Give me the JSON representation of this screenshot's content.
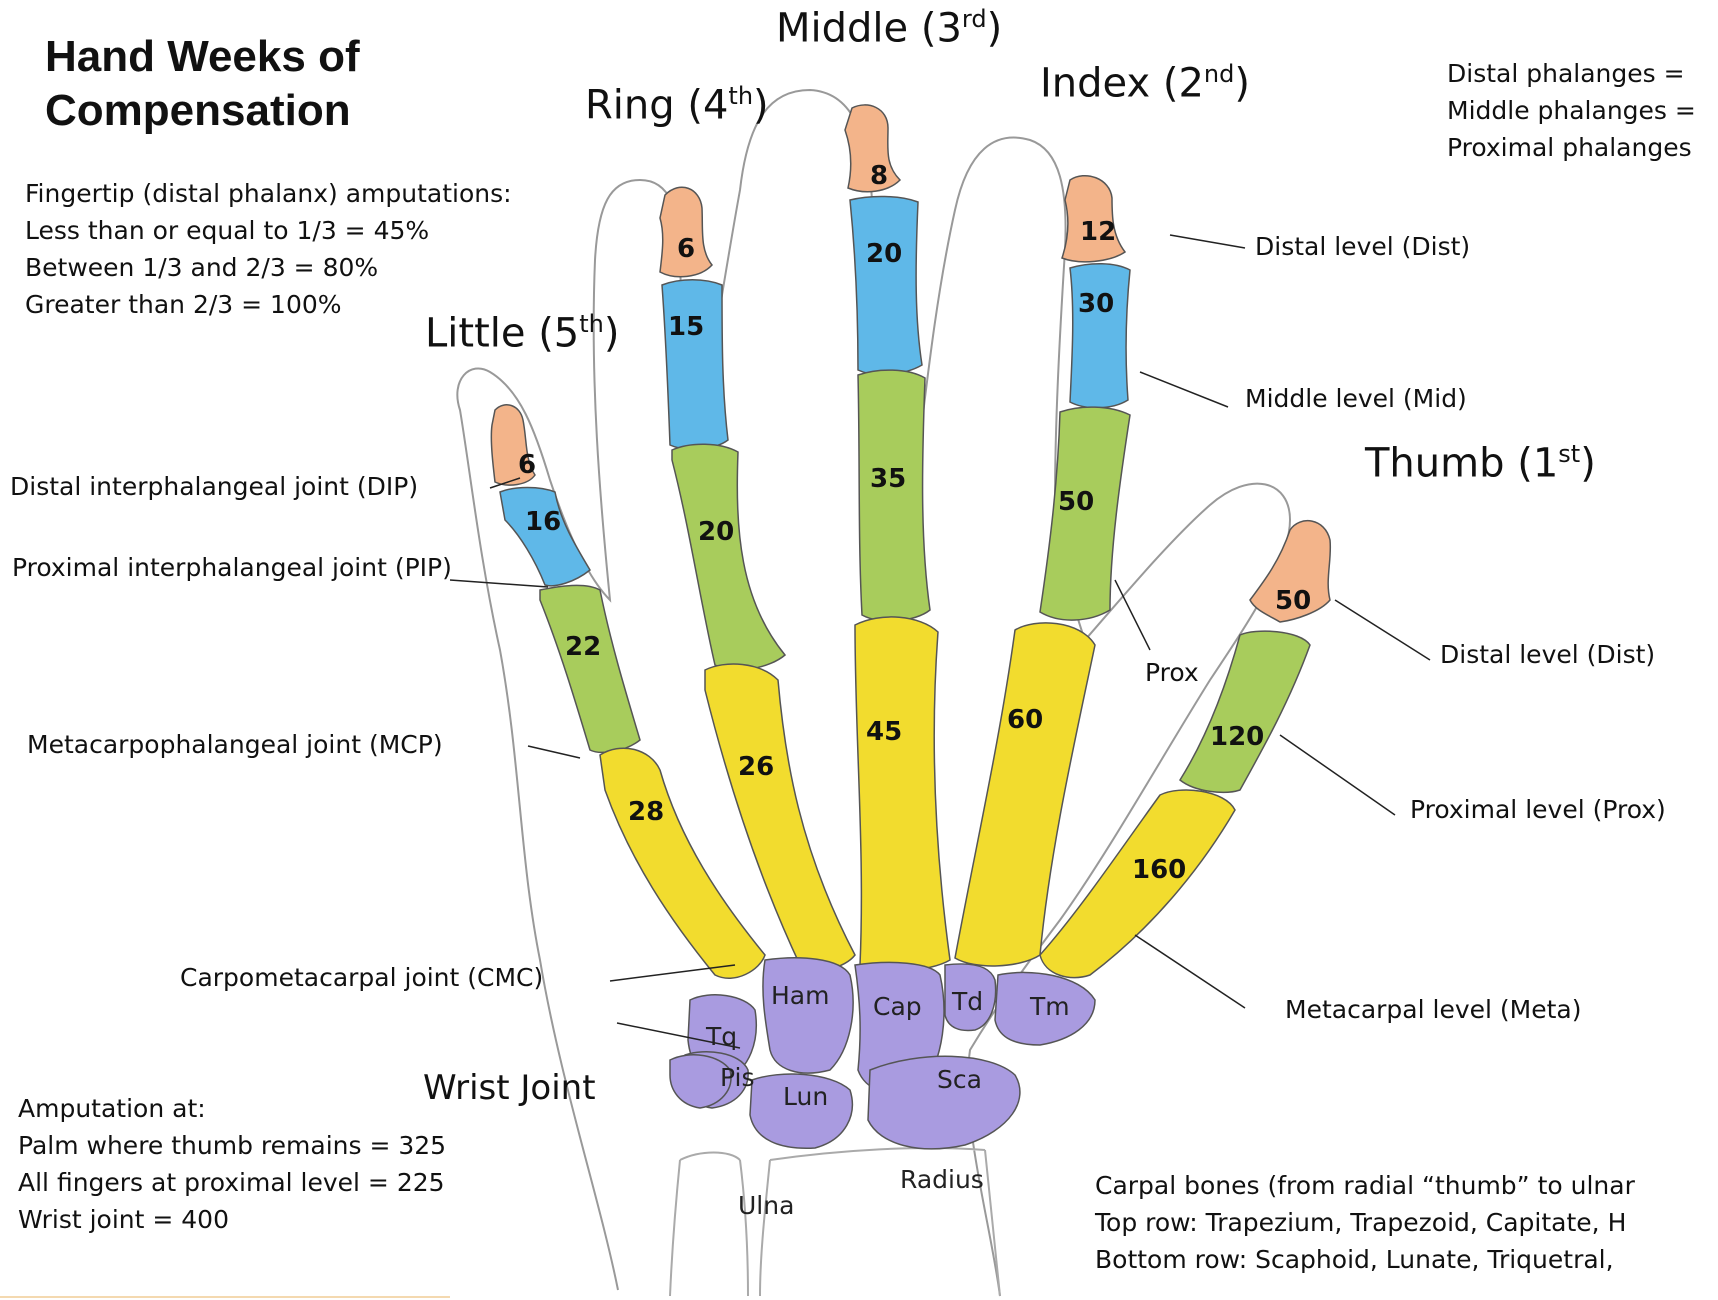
{
  "title": [
    "Hand Weeks of",
    "Compensation"
  ],
  "fingertip": {
    "heading": "Fingertip (distal phalanx) amputations:",
    "lines": [
      "Less than or equal to 1/3 = 45%",
      "Between 1/3 and 2/3 = 80%",
      "Greater than 2/3 = 100%"
    ]
  },
  "top_right_legend": [
    "Distal phalanges =",
    "Middle phalanges =",
    "Proximal phalanges"
  ],
  "fingers": {
    "middle": {
      "name": "Middle (3",
      "ord": "rd",
      "close": ")"
    },
    "ring": {
      "name": "Ring (4",
      "ord": "th",
      "close": ")"
    },
    "index": {
      "name": "Index (2",
      "ord": "nd",
      "close": ")"
    },
    "little": {
      "name": "Little (5",
      "ord": "th",
      "close": ")"
    },
    "thumb": {
      "name": "Thumb (1",
      "ord": "st",
      "close": ")"
    }
  },
  "level_labels": {
    "index_distal": "Distal level (Dist)",
    "index_middle": "Middle level (Mid)",
    "index_prox": "Prox",
    "thumb_distal": "Distal level (Dist)",
    "thumb_prox": "Proximal level (Prox)",
    "thumb_meta": "Metacarpal level (Meta)"
  },
  "joint_labels": {
    "dip": "Distal interphalangeal joint (DIP)",
    "pip": "Proximal interphalangeal joint (PIP)",
    "mcp": "Metacarpophalangeal joint (MCP)",
    "cmc": "Carpometacarpal joint (CMC)",
    "wrist": "Wrist Joint"
  },
  "bone_values": {
    "little": {
      "distal": "6",
      "middle": "16",
      "proximal": "22",
      "metacarpal": "28"
    },
    "ring": {
      "distal": "6",
      "middle": "15",
      "proximal": "20",
      "metacarpal": "26"
    },
    "middle": {
      "distal": "8",
      "middle": "20",
      "proximal": "35",
      "metacarpal": "45"
    },
    "index": {
      "distal": "12",
      "middle": "30",
      "proximal": "50",
      "metacarpal": "60"
    },
    "thumb": {
      "distal": "50",
      "proximal": "120",
      "metacarpal": "160"
    }
  },
  "carpals": [
    "Ham",
    "Cap",
    "Td",
    "Tm",
    "Tq",
    "Pis",
    "Lun",
    "Sca"
  ],
  "forearm": {
    "ulna": "Ulna",
    "radius": "Radius"
  },
  "amputation": {
    "heading": "Amputation at:",
    "lines": [
      "Palm where thumb remains = 325",
      "All fingers at proximal level = 225",
      "Wrist joint = 400"
    ]
  },
  "carpal_note": [
    "Carpal bones (from radial “thumb” to ulnar",
    "Top row: Trapezium, Trapezoid, Capitate, H",
    "Bottom row: Scaphoid, Lunate, Triquetral,"
  ],
  "colors": {
    "distal": "#f3b48a",
    "middle": "#5fb8e8",
    "proximal": "#a8cc5c",
    "metacarpal": "#f2dc2e",
    "carpal": "#a99be0"
  }
}
